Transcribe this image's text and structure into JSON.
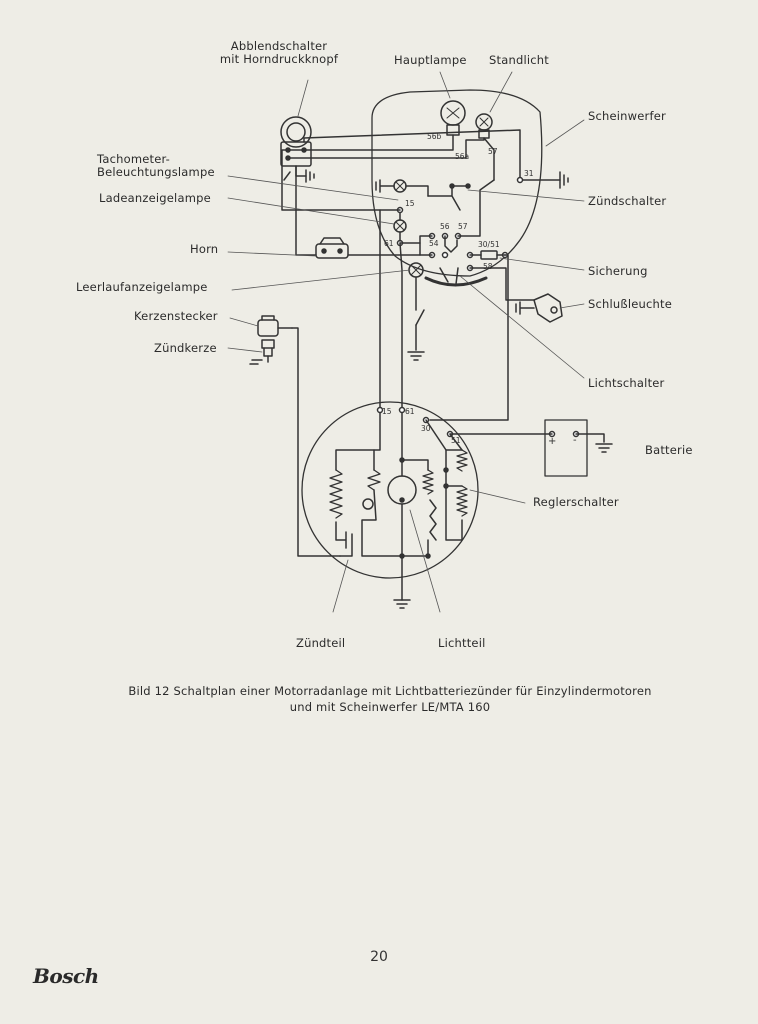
{
  "labels": {
    "abblendschalter": [
      "Abblendschalter",
      "mit Horndruckknopf"
    ],
    "hauptlampe": "Hauptlampe",
    "standlicht": "Standlicht",
    "scheinwerfer": "Scheinwerfer",
    "tachometer": [
      "Tachometer-",
      "Beleuchtungslampe"
    ],
    "ladeanzeigelampe": "Ladeanzeigelampe",
    "zuendschalter": "Zündschalter",
    "horn": "Horn",
    "sicherung": "Sicherung",
    "leerlaufanzeigelampe": "Leerlaufanzeigelampe",
    "schlussleuchte": "Schlußleuchte",
    "kerzenstecker": "Kerzenstecker",
    "zuendkerze": "Zündkerze",
    "lichtschalter": "Lichtschalter",
    "batterie": "Batterie",
    "reglerschalter": "Reglerschalter",
    "zuendteil": "Zündteil",
    "lichtteil": "Lichtteil"
  },
  "terminals": {
    "t56b": "56b",
    "t56a": "56a",
    "t57": "57",
    "t31": "31",
    "t15a": "15",
    "t61a": "61",
    "t54": "54",
    "t56": "56",
    "t57b": "57",
    "t3051": "30/51",
    "t58": "58",
    "t15b": "15",
    "t61b": "61",
    "t30": "30",
    "t51": "51",
    "plus": "+",
    "minus": "-"
  },
  "caption": {
    "line1": "Bild 12   Schaltplan einer Motorradanlage mit Lichtbatteriezünder für Einzylindermotoren",
    "line2": "und mit Scheinwerfer LE/MTA 160"
  },
  "page_number": "20",
  "logo": "Bosch"
}
